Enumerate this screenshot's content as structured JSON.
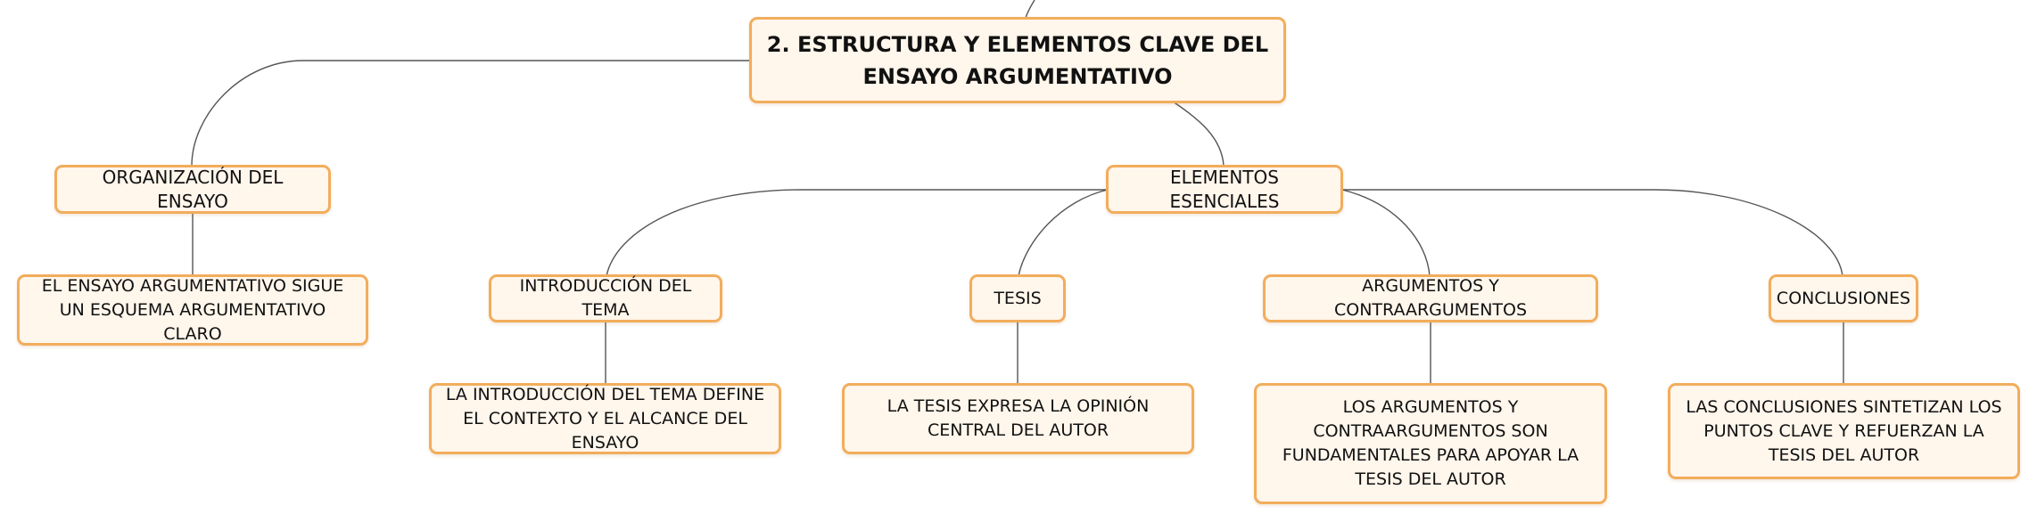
{
  "colors": {
    "node_fill": "#fff6ec",
    "node_border": "#f2ad5c",
    "connector": "#555555",
    "text": "#111111"
  },
  "nodes": {
    "root": "2. ESTRUCTURA Y ELEMENTOS CLAVE DEL ENSAYO ARGUMENTATIVO",
    "organizacion": "ORGANIZACIÓN DEL ENSAYO",
    "organizacion_detail": "EL ENSAYO ARGUMENTATIVO SIGUE UN ESQUEMA ARGUMENTATIVO CLARO",
    "elementos": "ELEMENTOS ESENCIALES",
    "introduccion": "INTRODUCCIÓN DEL TEMA",
    "introduccion_detail": "LA INTRODUCCIÓN DEL TEMA DEFINE EL CONTEXTO Y EL ALCANCE DEL ENSAYO",
    "tesis": "TESIS",
    "tesis_detail": "LA TESIS EXPRESA LA OPINIÓN CENTRAL DEL AUTOR",
    "argumentos": "ARGUMENTOS Y CONTRAARGUMENTOS",
    "argumentos_detail": "LOS ARGUMENTOS Y CONTRAARGUMENTOS SON FUNDAMENTALES PARA APOYAR LA TESIS DEL AUTOR",
    "conclusiones": "CONCLUSIONES",
    "conclusiones_detail": "LAS CONCLUSIONES SINTETIZAN LOS PUNTOS CLAVE Y REFUERZAN LA TESIS DEL AUTOR"
  }
}
